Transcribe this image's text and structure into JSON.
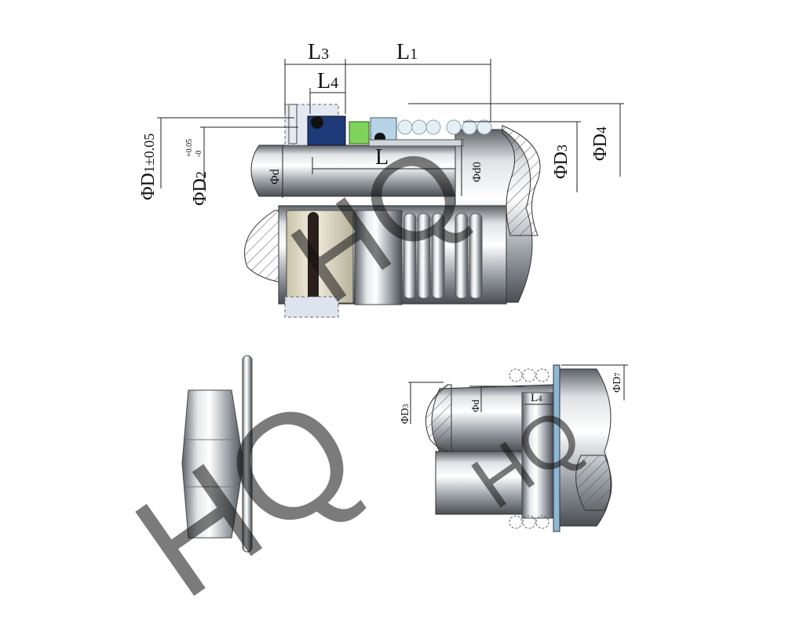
{
  "labels": {
    "L1": "L",
    "L1_sub": "1",
    "L3": "L",
    "L3_sub": "3",
    "L4": "L",
    "L4_sub": "4",
    "L": "L",
    "D1": "ΦD",
    "D1_sub": "1±0.05",
    "D2": "ΦD",
    "D2_sub": "2",
    "D2_tol_upper": "+0.05",
    "D2_tol_lower": "-0",
    "D3": "ΦD",
    "D3_sub": "3",
    "D4": "ΦD",
    "D4_sub": "4",
    "d": "Φd",
    "d0": "Φd0",
    "D7": "ΦD",
    "D7_sub": "7",
    "d_small": "Φd",
    "D3_small": "ΦD",
    "D3_small_sub": "3",
    "L4_small": "L",
    "L4_small_sub": "4"
  },
  "watermark": {
    "text": "HQ",
    "color_blue": "#9fc6d8",
    "color_pink": "#e6a7c4"
  },
  "colors": {
    "seat_blue": "#1e3a78",
    "ring_green": "#7fd35a",
    "spring_blue": "#b7d3e6",
    "oring_black": "#111111"
  }
}
